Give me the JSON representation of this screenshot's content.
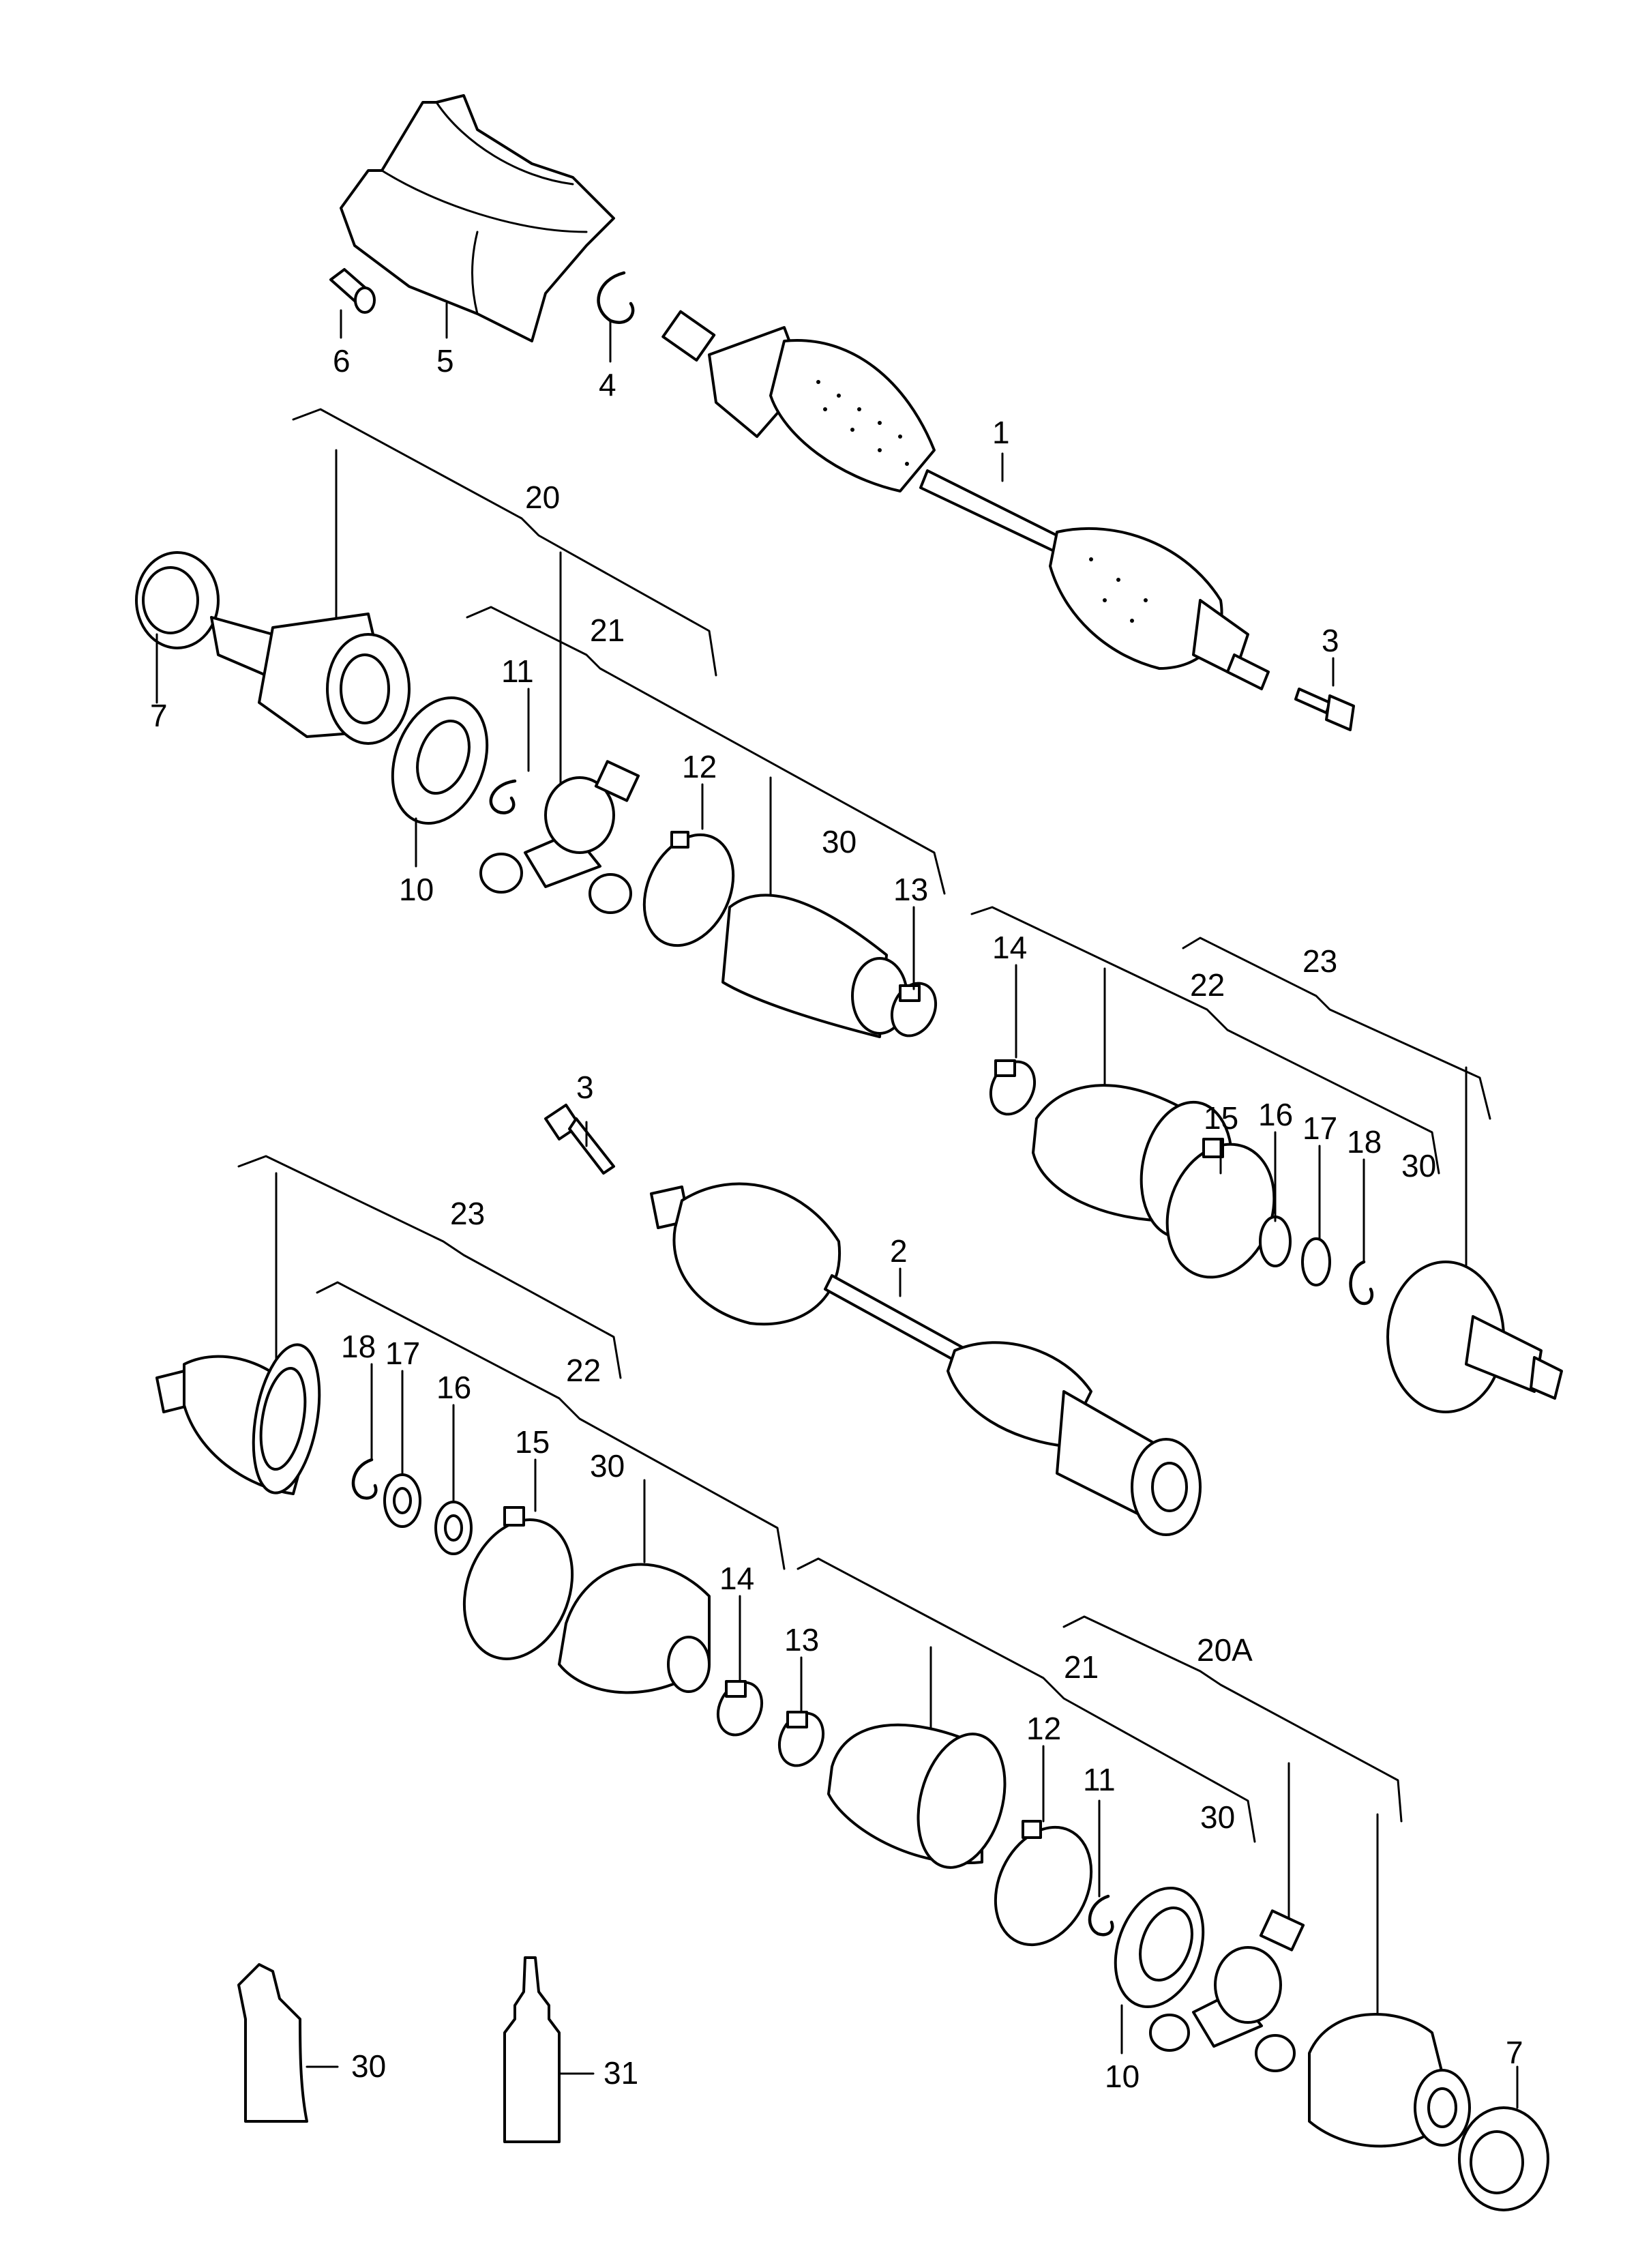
{
  "colors": {
    "line": "#000000",
    "background": "#ffffff"
  },
  "callouts": {
    "c1": "1",
    "c2": "2",
    "c3a": "3",
    "c3b": "3",
    "c4": "4",
    "c5": "5",
    "c6": "6",
    "c7a": "7",
    "c7b": "7",
    "c10a": "10",
    "c10b": "10",
    "c11a": "11",
    "c11b": "11",
    "c12a": "12",
    "c12b": "12",
    "c13a": "13",
    "c13b": "13",
    "c14a": "14",
    "c14b": "14",
    "c15a": "15",
    "c15b": "15",
    "c16a": "16",
    "c16b": "16",
    "c17a": "17",
    "c17b": "17",
    "c18a": "18",
    "c18b": "18",
    "c20": "20",
    "c20A": "20A",
    "c21a": "21",
    "c21b": "21",
    "c22a": "22",
    "c22b": "22",
    "c23a": "23",
    "c23b": "23",
    "c30a": "30",
    "c30b": "30",
    "c30c": "30",
    "c30d": "30",
    "c30e": "30",
    "c31": "31"
  }
}
